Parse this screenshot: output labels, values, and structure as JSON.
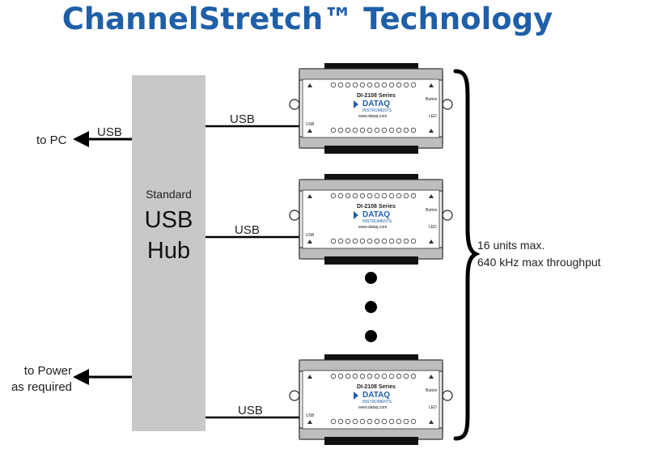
{
  "title": "ChannelStretch™ Technology",
  "hub": {
    "top_label": "Standard",
    "line1": "USB",
    "line2": "Hub"
  },
  "left_links": [
    {
      "port": "USB",
      "label": "to PC"
    },
    {
      "port": "",
      "label_line1": "to Power",
      "label_line2": "as required"
    }
  ],
  "device_links": [
    "USB",
    "USB",
    "USB"
  ],
  "device": {
    "series": "DI-2108 Series",
    "brand": "DATAQ",
    "brand_sub": "INSTRUMENTS",
    "website": "www.dataq.com",
    "usb_port": "USB",
    "button": "Button",
    "led": "LED"
  },
  "brace": {
    "line1": "16 units max.",
    "line2": "640 kHz max throughput"
  },
  "colors": {
    "title": "#1f5fa8",
    "hub": "#c8c8c8"
  }
}
